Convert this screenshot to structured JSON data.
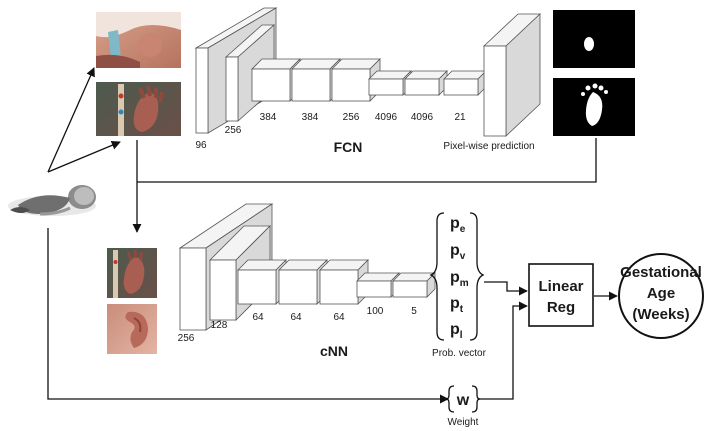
{
  "fcn": {
    "title": "FCN",
    "layers": [
      "96",
      "256",
      "384",
      "384",
      "256",
      "4096",
      "4096",
      "21"
    ],
    "output_caption": "Pixel-wise prediction"
  },
  "cnn": {
    "title": "cNN",
    "layers": [
      "256",
      "128",
      "64",
      "64",
      "64",
      "100",
      "5"
    ]
  },
  "prob_vector": {
    "caption": "Prob. vector",
    "entries": [
      {
        "base": "p",
        "sub": "e"
      },
      {
        "base": "p",
        "sub": "v"
      },
      {
        "base": "p",
        "sub": "m"
      },
      {
        "base": "p",
        "sub": "t"
      },
      {
        "base": "p",
        "sub": "l"
      }
    ]
  },
  "weight": {
    "symbol": "w",
    "caption": "Weight"
  },
  "linear_reg": {
    "line1": "Linear",
    "line2": "Reg"
  },
  "output": {
    "line1": "Gestational",
    "line2": "Age",
    "line3": "(Weeks)"
  },
  "icons": [
    "baby-photo",
    "face-photo",
    "foot-photo",
    "ear-photo",
    "segmentation-mask"
  ]
}
